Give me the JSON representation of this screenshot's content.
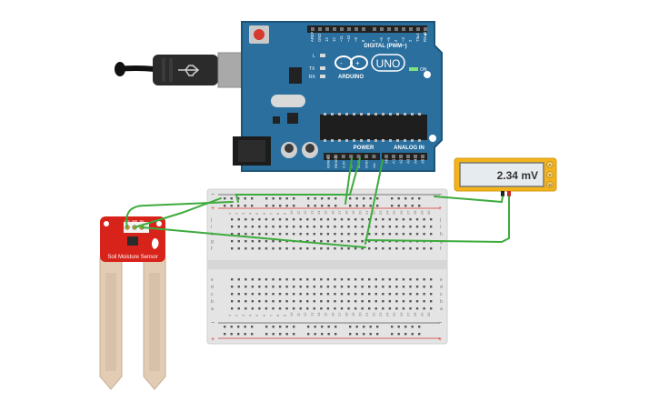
{
  "arduino": {
    "brand": "ARDUINO",
    "model": "UNO",
    "digital_header": "DIGITAL (PWM~)",
    "digital_pins": [
      "AREF",
      "GND",
      "13",
      "12",
      "~11",
      "~10",
      "~9",
      "8",
      "7",
      "~6",
      "~5",
      "4",
      "~3",
      "2",
      "TX▸1",
      "RX◀0"
    ],
    "power_header": "POWER",
    "power_pins": [
      "IOREF",
      "RESET",
      "3.3V",
      "5V",
      "GND",
      "GND",
      "Vin"
    ],
    "analog_header": "ANALOG IN",
    "analog_pins": [
      "A0",
      "A1",
      "A2",
      "A3",
      "A4",
      "A5"
    ],
    "led_labels": [
      "L",
      "TX",
      "RX"
    ],
    "on_label": "ON",
    "colors": {
      "board": "#2a6f9e",
      "board_edge": "#1d5478",
      "header": "#222222"
    }
  },
  "multimeter": {
    "reading": "2.34 mV",
    "modes": [
      "A",
      "V",
      "Ω"
    ],
    "colors": {
      "body": "#f2b31b",
      "screen": "#e6ebef"
    }
  },
  "sensor": {
    "label": "Soil Moisture Sensor",
    "pins": [
      "VCC",
      "GND",
      "SIG"
    ],
    "colors": {
      "board": "#d8231b",
      "prong": "#e3ccb4"
    }
  },
  "breadboard": {
    "column_numbers": [
      "1",
      "2",
      "3",
      "4",
      "5",
      "6",
      "7",
      "8",
      "9",
      "10",
      "11",
      "12",
      "13",
      "14",
      "15",
      "16",
      "17",
      "18",
      "19",
      "20",
      "21",
      "22",
      "23",
      "24",
      "25",
      "26",
      "27",
      "28",
      "29",
      "30"
    ],
    "rows_top": [
      "j",
      "i",
      "h",
      "g",
      "f"
    ],
    "rows_bottom": [
      "e",
      "d",
      "c",
      "b",
      "a"
    ],
    "rail_plus": "+",
    "rail_minus": "−"
  },
  "wires": {
    "color": "#3dab3d"
  }
}
